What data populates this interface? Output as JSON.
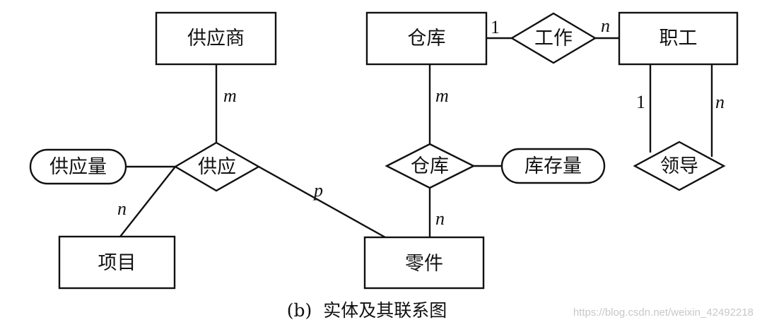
{
  "entities": {
    "supplier": "供应商",
    "warehouse": "仓库",
    "employee": "职工",
    "project": "项目",
    "part": "零件"
  },
  "relationships": {
    "supply": "供应",
    "work": "工作",
    "store": "仓库",
    "lead": "领导"
  },
  "attributes": {
    "supply_qty": "供应量",
    "stock_qty": "库存量"
  },
  "cardinalities": {
    "supplier_supply": "m",
    "project_supply": "n",
    "part_supply": "p",
    "warehouse_work": "1",
    "employee_work": "n",
    "warehouse_store": "m",
    "part_store": "n",
    "lead_left": "1",
    "lead_right": "n"
  },
  "caption": "(b)  实体及其联系图",
  "watermark": "https://blog.csdn.net/weixin_42492218"
}
